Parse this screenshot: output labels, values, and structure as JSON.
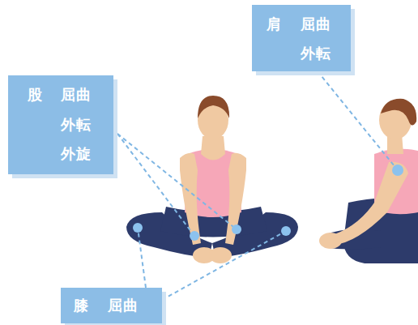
{
  "diagram": {
    "nodes": [
      {
        "text": [
          "肩",
          "屈曲",
          "外転"
        ]
      },
      {
        "text": [
          "股",
          "屈曲",
          "外転",
          "外旋"
        ]
      },
      {
        "text": [
          "膝",
          "屈曲"
        ]
      }
    ]
  }
}
